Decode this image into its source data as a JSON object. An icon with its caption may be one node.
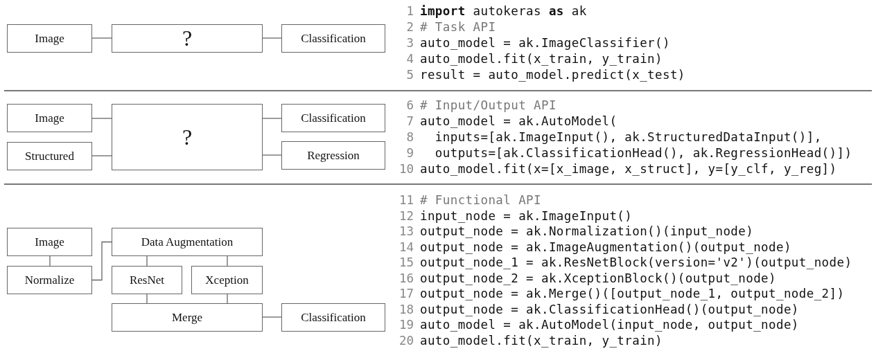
{
  "diagram": {
    "nodes": [
      {
        "text": [
          "Image"
        ]
      },
      {
        "text": [
          "?"
        ]
      },
      {
        "text": [
          "Classification"
        ]
      },
      {
        "text": [
          "Image"
        ]
      },
      {
        "text": [
          "Structured"
        ]
      },
      {
        "text": [
          "?"
        ]
      },
      {
        "text": [
          "Classification"
        ]
      },
      {
        "text": [
          "Regression"
        ]
      },
      {
        "text": [
          "Image"
        ]
      },
      {
        "text": [
          "Normalize"
        ]
      },
      {
        "text": [
          "Data Augmentation"
        ]
      },
      {
        "text": [
          "ResNet"
        ]
      },
      {
        "text": [
          "Xception"
        ]
      },
      {
        "text": [
          "Merge"
        ]
      },
      {
        "text": [
          "Classification"
        ]
      }
    ],
    "edges": [
      {
        "from": 0,
        "to": 1,
        "arrow": "none"
      },
      {
        "from": 1,
        "to": 2,
        "arrow": "none"
      },
      {
        "from": 3,
        "to": 5,
        "arrow": "none"
      },
      {
        "from": 4,
        "to": 5,
        "arrow": "none"
      },
      {
        "from": 5,
        "to": 6,
        "arrow": "none"
      },
      {
        "from": 5,
        "to": 7,
        "arrow": "none"
      },
      {
        "from": 8,
        "to": 9,
        "arrow": "none"
      },
      {
        "from": 9,
        "to": 10,
        "arrow": "none"
      },
      {
        "from": 10,
        "to": 11,
        "arrow": "none"
      },
      {
        "from": 10,
        "to": 12,
        "arrow": "none"
      },
      {
        "from": 11,
        "to": 13,
        "arrow": "none"
      },
      {
        "from": 12,
        "to": 13,
        "arrow": "none"
      },
      {
        "from": 13,
        "to": 14,
        "arrow": "none"
      }
    ],
    "labels": [
      "1",
      "**import** autokeras **as** ak",
      "2",
      "# Task API",
      "3",
      "auto_model = ak.ImageClassifier()",
      "4",
      "auto_model.fit(x_train, y_train)",
      "5",
      "result = auto_model.predict(x_test)",
      "6",
      "# Input/Output API",
      "7",
      "auto_model = ak.AutoModel(",
      "8",
      "  inputs=[ak.ImageInput(), ak.StructuredDataInput()],",
      "9",
      "  outputs=[ak.ClassificationHead(), ak.RegressionHead()])",
      "10",
      "auto_model.fit(x=[x_image, x_struct], y=[y_clf, y_reg])",
      "11",
      "# Functional API",
      "12",
      "input_node = ak.ImageInput()",
      "13",
      "output_node = ak.Normalization()(input_node)",
      "14",
      "output_node = ak.ImageAugmentation()(output_node)",
      "15",
      "output_node_1 = ak.ResNetBlock(version='v2')(output_node)",
      "16",
      "output_node_2 = ak.XceptionBlock()(output_node)",
      "17",
      "output_node = ak.Merge()([output_node_1, output_node_2])",
      "18",
      "output_node = ak.ClassificationHead()(output_node)",
      "19",
      "auto_model = ak.AutoModel(input_node, output_node)",
      "20",
      "auto_model.fit(x_train, y_train)"
    ]
  }
}
